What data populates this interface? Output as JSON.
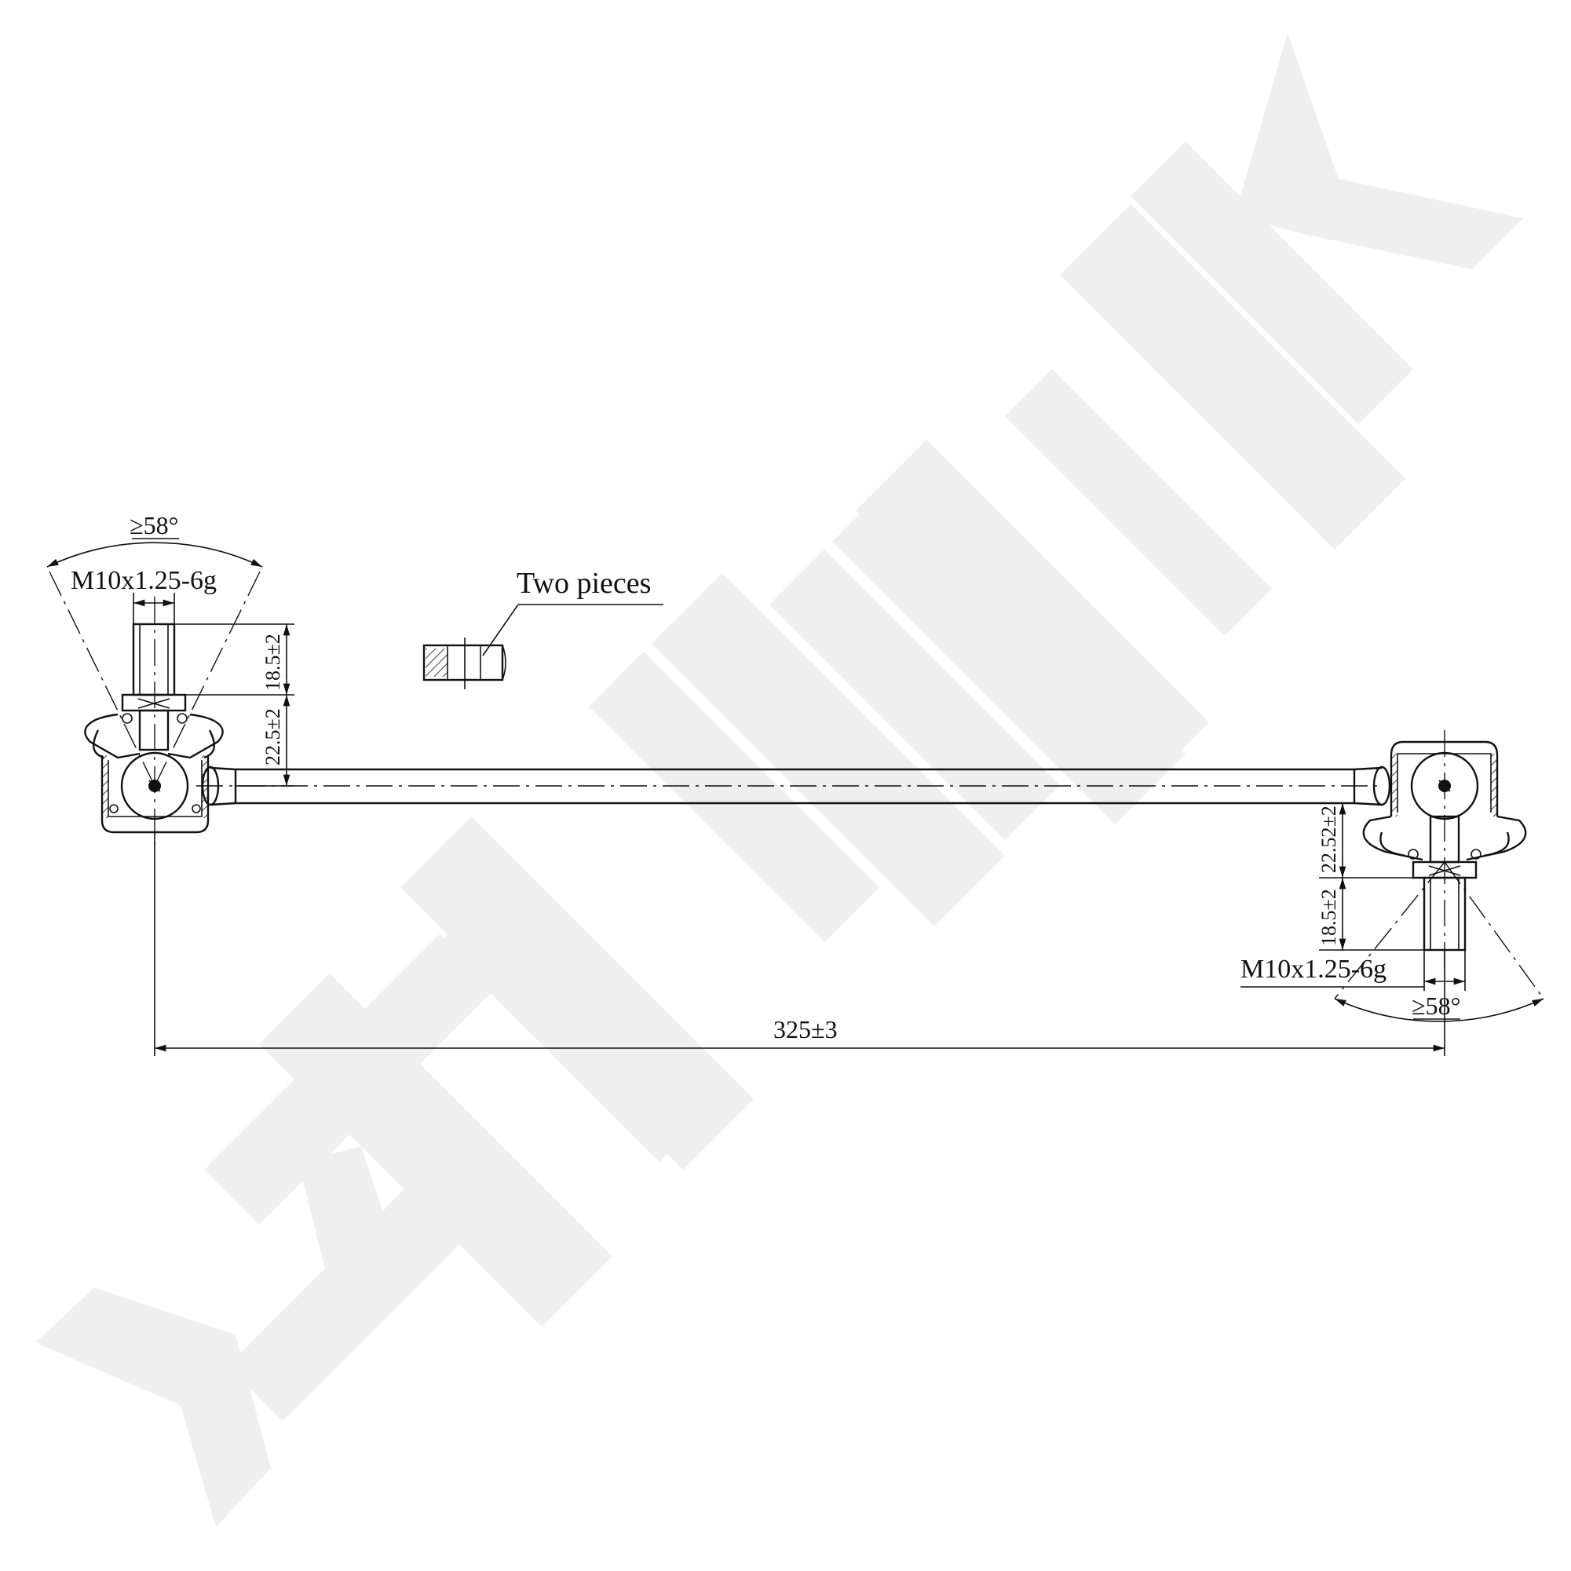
{
  "watermark": {
    "logo_text": "ZENNEK",
    "color": "#efefef"
  },
  "annotations": {
    "note": "Two pieces",
    "left_thread": "M10x1.25-6g",
    "right_thread": "M10x1.25-6g",
    "left_angle": "≥58°",
    "right_angle": "≥58°",
    "overall_length": "325±3",
    "left_stud_length": "18.5±2",
    "left_body_height": "22.5±2",
    "right_stud_length": "18.5±2",
    "right_body_height": "22.52±2"
  },
  "colors": {
    "line": "#111111",
    "background": "#ffffff"
  }
}
